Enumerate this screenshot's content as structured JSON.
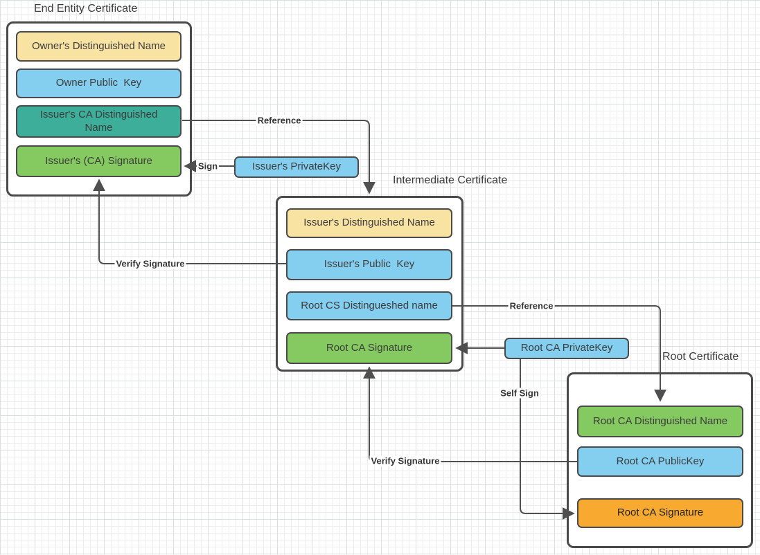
{
  "palette": {
    "yellow": "#f9e3a2",
    "blue": "#84ceef",
    "teal": "#3dae99",
    "green": "#85ca61",
    "orange": "#f7aa2f",
    "shape_border": "#4a4a4a",
    "line": "#4f4f4f",
    "text": "#3c3c3c",
    "grid_minor": "#eceeee",
    "grid_major": "#dcdfdf"
  },
  "end_entity": {
    "title": "End Entity Certificate",
    "boxes": [
      {
        "label": "Owner's Distinguished Name",
        "color": "yellow"
      },
      {
        "label": "Owner Public  Key",
        "color": "blue"
      },
      {
        "label": "Issuer's CA Distinguished\nName",
        "color": "teal"
      },
      {
        "label": "Issuer's (CA) Signature",
        "color": "green"
      }
    ]
  },
  "intermediate": {
    "title": "Intermediate Certificate",
    "boxes": [
      {
        "label": "Issuer's Distinguished Name",
        "color": "yellow"
      },
      {
        "label": "Issuer's Public  Key",
        "color": "blue"
      },
      {
        "label": "Root CS Distingueshed name",
        "color": "blue"
      },
      {
        "label": "Root CA Signature",
        "color": "green"
      }
    ]
  },
  "root": {
    "title": "Root Certificate",
    "boxes": [
      {
        "label": "Root CA Distinguished Name",
        "color": "green"
      },
      {
        "label": "Root CA PublicKey",
        "color": "blue"
      },
      {
        "label": "Root CA Signature",
        "color": "orange"
      }
    ]
  },
  "keys": {
    "issuer_private_key": "Issuer's PrivateKey",
    "root_private_key": "Root CA PrivateKey"
  },
  "connectors": {
    "reference1": "Reference",
    "sign": "Sign",
    "verify1": "Verify Signature",
    "reference2": "Reference",
    "self_sign": "Self Sign",
    "verify2": "Verify Signature"
  }
}
